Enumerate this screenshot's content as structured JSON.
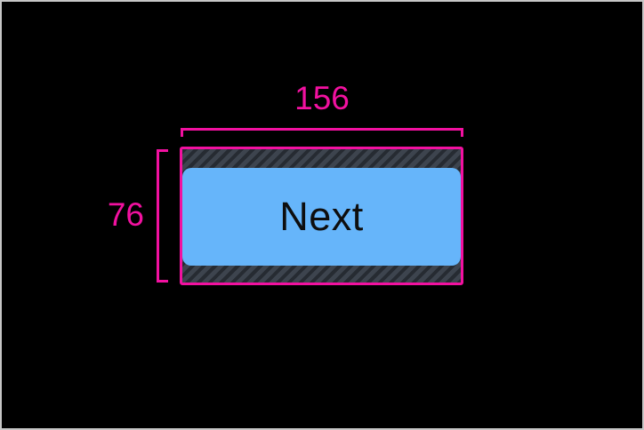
{
  "measurements": {
    "width_label": "156",
    "height_label": "76",
    "annotation_color": "#f211a0"
  },
  "preview": {
    "background_color": "#000000",
    "frame_border_color": "#c6c6c6",
    "padding_hatch_base_color": "#3d444e",
    "padding_hatch_stripe_color": "#262b32"
  },
  "button": {
    "label": "Next",
    "background_color": "#66b5fa",
    "text_color": "#0e0e0e"
  }
}
